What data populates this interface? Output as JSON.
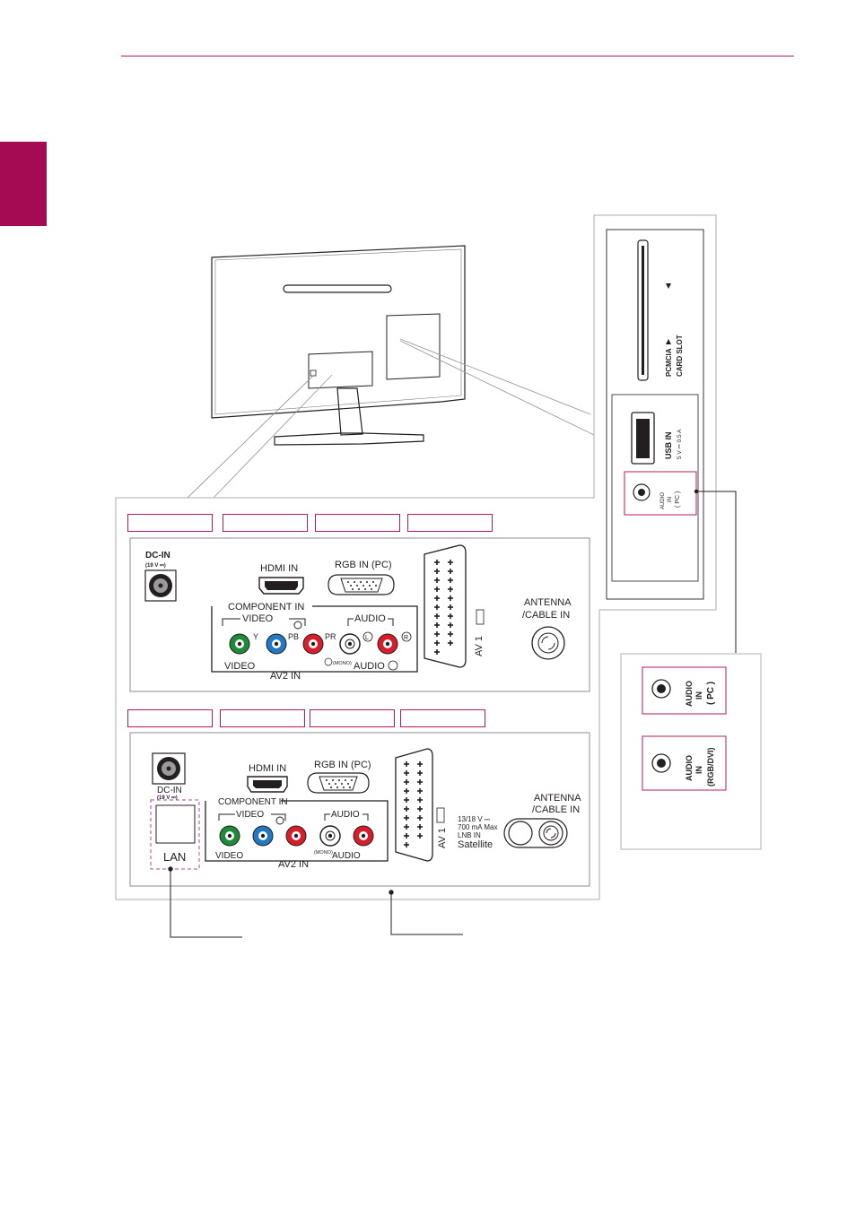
{
  "colors": {
    "accent": "#b5195f",
    "side_tab": "#a50b52",
    "panel_border": "#bdbdbd",
    "green": "#1e8a3a",
    "blue": "#2278c3",
    "red": "#d81e2a",
    "lan_outline": "#a04da0"
  },
  "side_panel": {
    "pcmcia_label": "PCMCIA",
    "card_slot_label": "CARD SLOT",
    "usb_label": "USB IN",
    "usb_spec": "5 V ⎓ 0.5 A",
    "audio_in_pc": [
      "AUDIO",
      "IN",
      "( PC )"
    ]
  },
  "audio_variants": {
    "pc": [
      "AUDIO",
      "IN",
      "( PC )"
    ],
    "rgb_dvi": [
      "AUDIO",
      "IN",
      "(RGB/DVI)"
    ]
  },
  "panel_a": {
    "dc_in": "DC-IN",
    "dc_spec": "(19 V ⎓)",
    "hdmi_in": "HDMI IN",
    "rgb_in": "RGB IN (PC)",
    "component_in": "COMPONENT IN",
    "video_bracket": "VIDEO",
    "audio_bracket": "AUDIO",
    "y": "Y",
    "pb": "PB",
    "pr": "PR",
    "l": "L",
    "r": "R",
    "video_bottom": "VIDEO",
    "av2_in": "AV2 IN",
    "mono": "(MONO)",
    "audio_r_bottom": "AUDIO",
    "av1": "AV 1",
    "antenna": "ANTENNA",
    "cable_in": "/CABLE IN"
  },
  "panel_b": {
    "dc_in": "DC-IN",
    "dc_spec": "(19 V ⎓)",
    "hdmi_in": "HDMI IN",
    "rgb_in": "RGB IN (PC)",
    "component_in": "COMPONENT IN",
    "video_bracket": "VIDEO",
    "audio_bracket": "AUDIO",
    "lan": "LAN",
    "video_bottom": "VIDEO",
    "av2_in": "AV2 IN",
    "mono": "(MONO)",
    "audio_r_bottom": "AUDIO",
    "av1": "AV 1",
    "lnb_spec_1": "13/18 V ⎓",
    "lnb_spec_2": "700 mA Max",
    "lnb_spec_3": "LNB IN",
    "satellite": "Satellite",
    "antenna": "ANTENNA",
    "cable_in": "/CABLE IN"
  }
}
